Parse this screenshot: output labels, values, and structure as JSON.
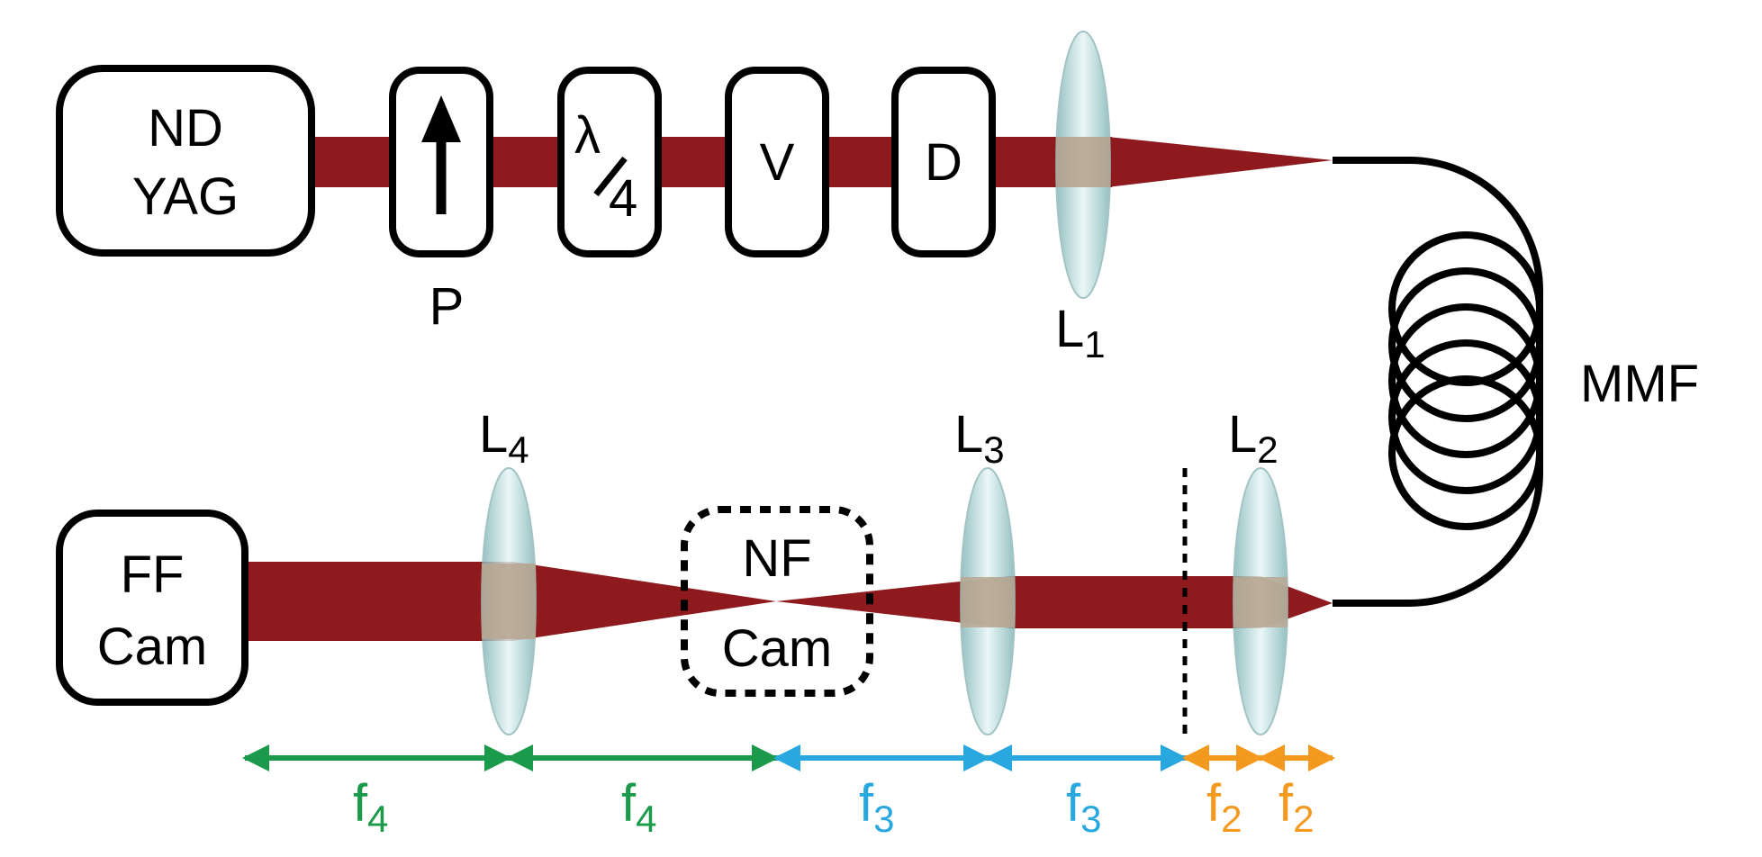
{
  "source": {
    "line1": "ND",
    "line2": "YAG"
  },
  "components": {
    "polarizer": "P",
    "waveplate_top": "λ",
    "waveplate_bottom": "4",
    "v": "V",
    "d": "D"
  },
  "lenses": [
    {
      "main": "L",
      "sub": "1"
    },
    {
      "main": "L",
      "sub": "2"
    },
    {
      "main": "L",
      "sub": "3"
    },
    {
      "main": "L",
      "sub": "4"
    }
  ],
  "fiber": "MMF",
  "ff_camera": {
    "line1": "FF",
    "line2": "Cam"
  },
  "nf_camera": {
    "line1": "NF",
    "line2": "Cam"
  },
  "distances": [
    {
      "main": "f",
      "sub": "4",
      "color": "#1a9a4a"
    },
    {
      "main": "f",
      "sub": "4",
      "color": "#1a9a4a"
    },
    {
      "main": "f",
      "sub": "3",
      "color": "#29a8e0"
    },
    {
      "main": "f",
      "sub": "3",
      "color": "#29a8e0"
    },
    {
      "main": "f",
      "sub": "2",
      "color": "#f39a1e"
    },
    {
      "main": "f",
      "sub": "2",
      "color": "#f39a1e"
    }
  ],
  "colors": {
    "beam": "#8e1a1e",
    "lens": "#bfe3e4"
  }
}
